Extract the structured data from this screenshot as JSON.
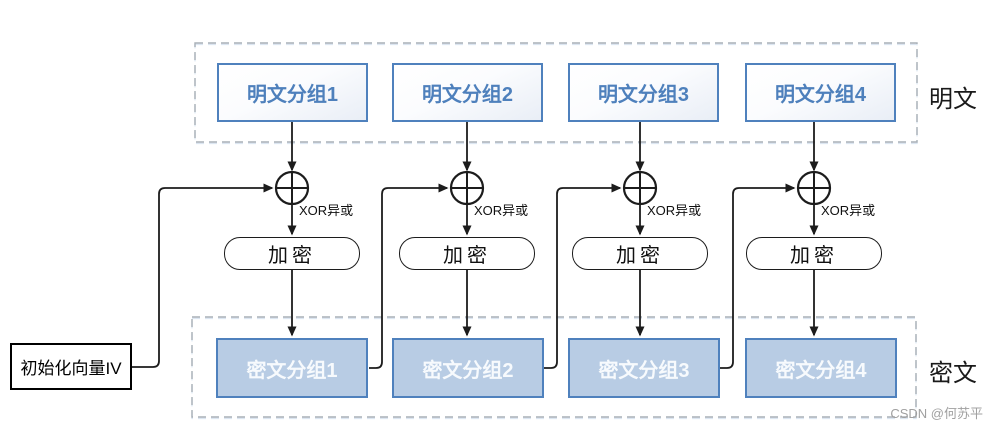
{
  "diagram": {
    "title_semantic": "CBC block cipher mode diagram",
    "plaintext_section_label": "明文",
    "ciphertext_section_label": "密文",
    "plaintext_blocks": [
      "明文分组1",
      "明文分组2",
      "明文分组3",
      "明文分组4"
    ],
    "ciphertext_blocks": [
      "密文分组1",
      "密文分组2",
      "密文分组3",
      "密文分组4"
    ],
    "xor_label": "XOR异或",
    "encrypt_label": "加密",
    "iv_label": "初始化向量IV",
    "watermark": "CSDN @何苏平",
    "colors": {
      "accent_blue": "#4f81bd",
      "cipher_fill": "#b8cce4",
      "line_black": "#1c1c1c",
      "dash_gray": "#a9b0b7",
      "dash_shadow": "#dce6f1",
      "watermark_gray": "#a0a0a0"
    }
  }
}
